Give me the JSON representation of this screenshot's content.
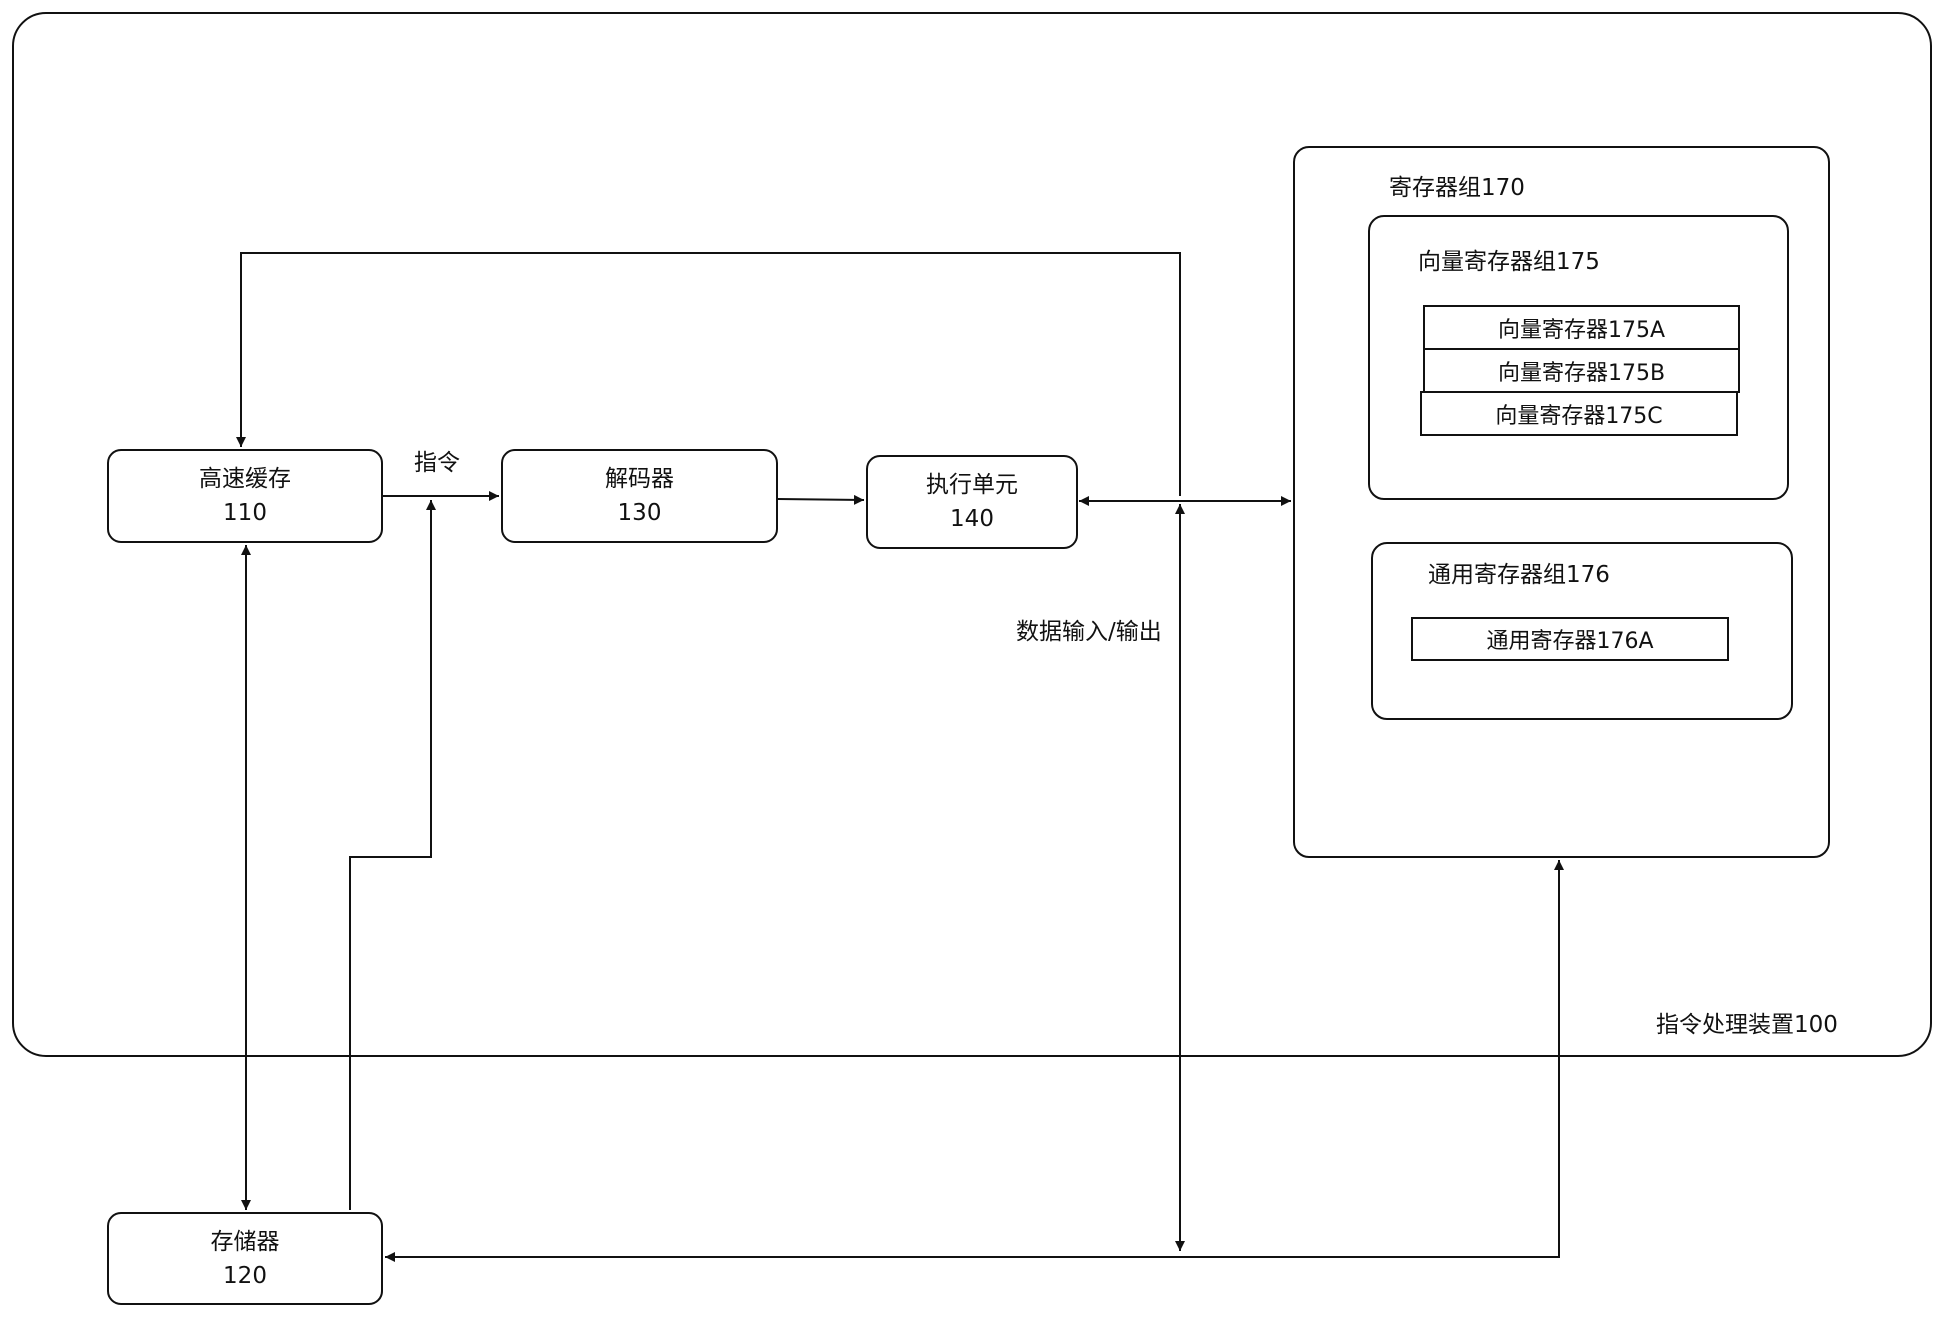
{
  "device": {
    "label": "指令处理装置100"
  },
  "nodes": {
    "cache": {
      "name": "高速缓存",
      "id": "110"
    },
    "memory": {
      "name": "存储器",
      "id": "120"
    },
    "decoder": {
      "name": "解码器",
      "id": "130"
    },
    "exec": {
      "name": "执行单元",
      "id": "140"
    }
  },
  "register_group": {
    "label": "寄存器组170",
    "vector_group": {
      "label": "向量寄存器组175",
      "registers": [
        "向量寄存器175A",
        "向量寄存器175B",
        "向量寄存器175C"
      ]
    },
    "general_group": {
      "label": "通用寄存器组176",
      "registers": [
        "通用寄存器176A"
      ]
    }
  },
  "edge_labels": {
    "instruction": "指令",
    "data_io": "数据输入/输出"
  }
}
